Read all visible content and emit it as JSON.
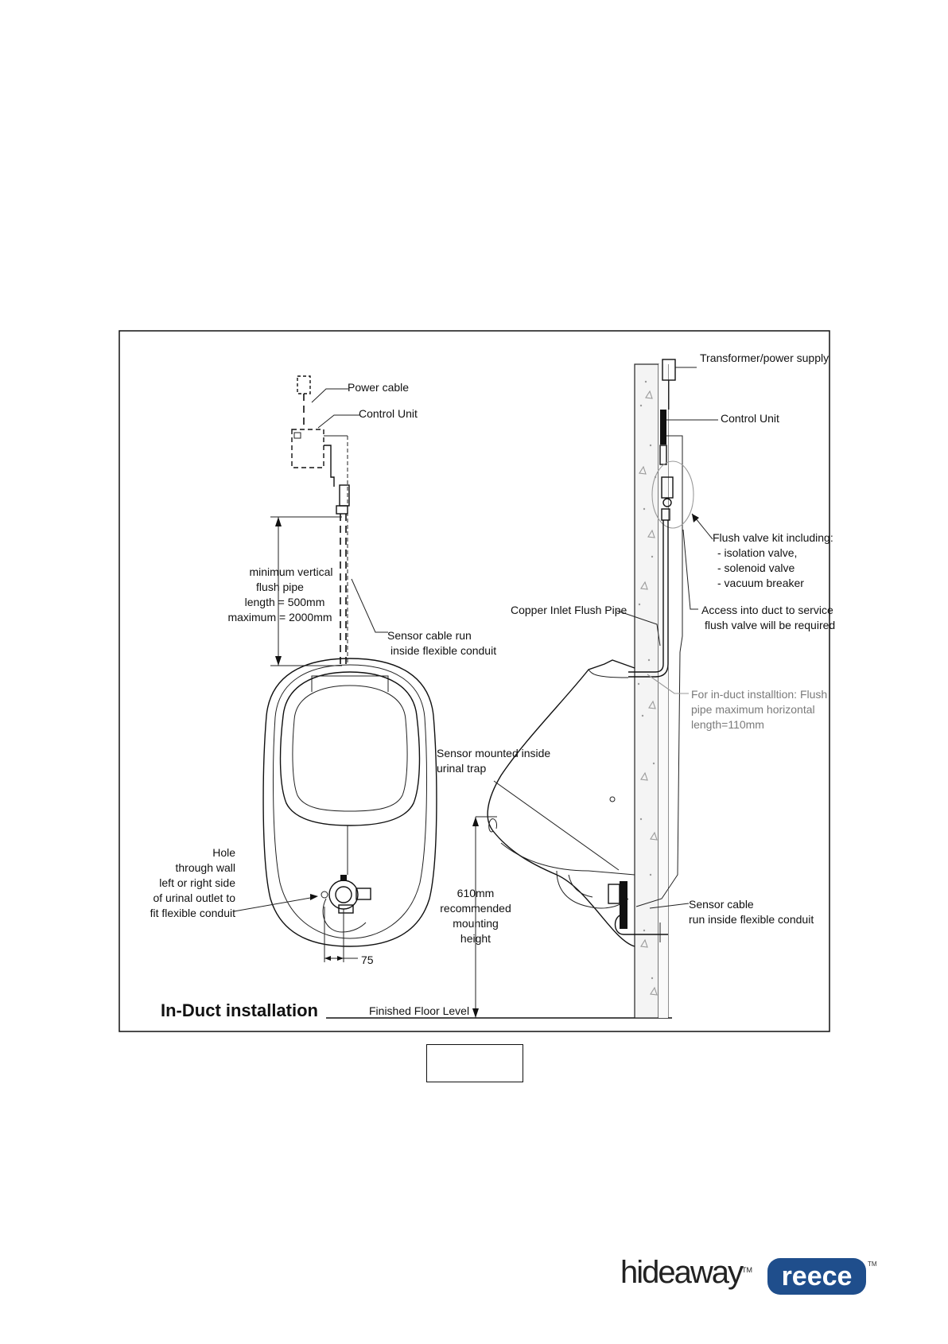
{
  "diagram": {
    "title": "In-Duct installation",
    "front_view": {
      "power_cable": "Power cable",
      "control_unit": "Control Unit",
      "min_vertical": [
        "minimum vertical",
        "flush pipe",
        "length = 500mm",
        "maximum = 2000mm"
      ],
      "sensor_cable": [
        "Sensor cable run",
        "inside flexible conduit"
      ],
      "hole": [
        "Hole",
        "through wall",
        "left or right side",
        "of urinal outlet to",
        "fit flexible conduit"
      ],
      "dimension_75": "75"
    },
    "side_view": {
      "transformer": "Transformer/power supply",
      "control_unit": "Control Unit",
      "flush_valve_kit": [
        "Flush valve kit including:",
        "- isolation valve,",
        "- solenoid valve",
        "- vacuum breaker"
      ],
      "access": [
        "Access into duct to service",
        "flush valve will be required"
      ],
      "copper_pipe": "Copper Inlet Flush Pipe",
      "in_duct_note": [
        "For in-duct installtion: Flush",
        "pipe maximum horizontal",
        "length=110mm"
      ],
      "sensor_mounted": [
        "Sensor mounted inside",
        "urinal trap"
      ],
      "mounting_height": [
        "610mm",
        "recommended",
        "mounting",
        "height"
      ],
      "sensor_cable": [
        "Sensor cable",
        "run inside flexible conduit"
      ],
      "finished_floor": "Finished Floor Level"
    }
  },
  "logos": {
    "hideaway": "hideaway",
    "hideaway_tm": "TM",
    "reece": "reece",
    "reece_tm": "TM",
    "reece_color": "#1f4e8c"
  }
}
